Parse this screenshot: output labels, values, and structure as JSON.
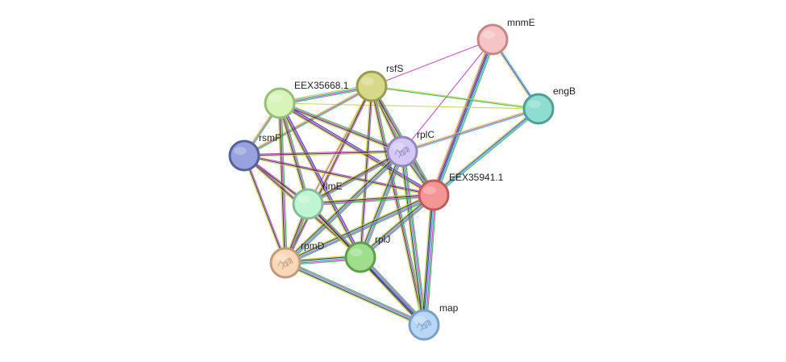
{
  "diagram": {
    "type": "protein-interaction-network",
    "nodes": [
      {
        "id": "mnmE",
        "label": "mnmE",
        "fill": "#f5c4c4",
        "stroke": "#c78787",
        "icon": "none"
      },
      {
        "id": "engB",
        "label": "engB",
        "fill": "#8dddd0",
        "stroke": "#4f9f94",
        "icon": "none"
      },
      {
        "id": "rsfS",
        "label": "rsfS",
        "fill": "#d8d88a",
        "stroke": "#9b9b4e",
        "icon": "none"
      },
      {
        "id": "EEX35668.1",
        "label": "EEX35668.1",
        "fill": "#d7f5b8",
        "stroke": "#98bd78",
        "icon": "none"
      },
      {
        "id": "rsmF",
        "label": "rsmF",
        "fill": "#97a2de",
        "stroke": "#56629e",
        "icon": "none"
      },
      {
        "id": "rplC",
        "label": "rplC",
        "fill": "#d4c8f5",
        "stroke": "#9587bd",
        "icon": "protein-structure-icon"
      },
      {
        "id": "EEX35941.1",
        "label": "EEX35941.1",
        "fill": "#f59696",
        "stroke": "#c25a5a",
        "icon": "none"
      },
      {
        "id": "rlmE",
        "label": "rlmE",
        "fill": "#c0f5d4",
        "stroke": "#84bd98",
        "icon": "none"
      },
      {
        "id": "rplJ",
        "label": "rplJ",
        "fill": "#9ede8c",
        "stroke": "#5e9e4e",
        "icon": "none"
      },
      {
        "id": "rpmD",
        "label": "rpmD",
        "fill": "#f8d8b8",
        "stroke": "#c49b78",
        "icon": "protein-structure-icon"
      },
      {
        "id": "map",
        "label": "map",
        "fill": "#b8d6f5",
        "stroke": "#7aa0c8",
        "icon": "protein-structure-icon"
      }
    ],
    "evidence_colors": {
      "textmining": "#c8d43c",
      "coexpression": "#2e2e2e",
      "experimental": "#c33fc3",
      "database": "#41b9c9",
      "neighborhood": "#2bb24c",
      "fusion": "#3030d8",
      "cooccurrence": "#6b2c9b"
    },
    "edges": [
      {
        "source": "mnmE",
        "target": "engB",
        "evidence": [
          "database",
          "fusion",
          "textmining"
        ]
      },
      {
        "source": "mnmE",
        "target": "EEX35941.1",
        "evidence": [
          "neighborhood",
          "database",
          "fusion",
          "coexpression",
          "experimental",
          "textmining"
        ]
      },
      {
        "source": "mnmE",
        "target": "rsfS",
        "evidence": [
          "experimental"
        ]
      },
      {
        "source": "mnmE",
        "target": "rplC",
        "evidence": [
          "experimental"
        ]
      },
      {
        "source": "engB",
        "target": "rsfS",
        "evidence": [
          "neighborhood",
          "textmining"
        ]
      },
      {
        "source": "engB",
        "target": "EEX35941.1",
        "evidence": [
          "neighborhood",
          "database",
          "fusion",
          "textmining"
        ]
      },
      {
        "source": "engB",
        "target": "EEX35668.1",
        "evidence": [
          "textmining"
        ]
      },
      {
        "source": "engB",
        "target": "rplC",
        "evidence": [
          "database",
          "experimental",
          "textmining"
        ]
      },
      {
        "source": "rsfS",
        "target": "EEX35668.1",
        "evidence": [
          "neighborhood",
          "experimental",
          "database",
          "textmining"
        ]
      },
      {
        "source": "rsfS",
        "target": "rsmF",
        "evidence": [
          "neighborhood",
          "experimental",
          "textmining"
        ]
      },
      {
        "source": "rsfS",
        "target": "rplC",
        "evidence": [
          "neighborhood",
          "experimental",
          "coexpression",
          "textmining"
        ]
      },
      {
        "source": "rsfS",
        "target": "EEX35941.1",
        "evidence": [
          "neighborhood",
          "experimental",
          "coexpression",
          "textmining"
        ]
      },
      {
        "source": "rsfS",
        "target": "rlmE",
        "evidence": [
          "experimental",
          "textmining"
        ]
      },
      {
        "source": "rsfS",
        "target": "rplJ",
        "evidence": [
          "experimental",
          "coexpression",
          "textmining"
        ]
      },
      {
        "source": "rsfS",
        "target": "rpmD",
        "evidence": [
          "experimental",
          "coexpression",
          "textmining"
        ]
      },
      {
        "source": "rsfS",
        "target": "map",
        "evidence": [
          "neighborhood",
          "experimental",
          "coexpression",
          "textmining"
        ]
      },
      {
        "source": "EEX35668.1",
        "target": "rsmF",
        "evidence": [
          "neighborhood",
          "experimental",
          "textmining"
        ]
      },
      {
        "source": "EEX35668.1",
        "target": "rplC",
        "evidence": [
          "neighborhood",
          "experimental",
          "coexpression",
          "textmining"
        ]
      },
      {
        "source": "EEX35668.1",
        "target": "EEX35941.1",
        "evidence": [
          "fusion",
          "experimental",
          "coexpression",
          "textmining"
        ]
      },
      {
        "source": "EEX35668.1",
        "target": "rlmE",
        "evidence": [
          "neighborhood",
          "experimental",
          "coexpression",
          "textmining"
        ]
      },
      {
        "source": "EEX35668.1",
        "target": "rplJ",
        "evidence": [
          "fusion",
          "experimental",
          "coexpression",
          "textmining"
        ]
      },
      {
        "source": "EEX35668.1",
        "target": "rpmD",
        "evidence": [
          "neighborhood",
          "experimental",
          "coexpression",
          "textmining"
        ]
      },
      {
        "source": "rsmF",
        "target": "rplC",
        "evidence": [
          "experimental",
          "coexpression",
          "textmining"
        ]
      },
      {
        "source": "rsmF",
        "target": "EEX35941.1",
        "evidence": [
          "experimental",
          "coexpression",
          "textmining"
        ]
      },
      {
        "source": "rsmF",
        "target": "rlmE",
        "evidence": [
          "experimental",
          "coexpression",
          "textmining"
        ]
      },
      {
        "source": "rsmF",
        "target": "rplJ",
        "evidence": [
          "experimental",
          "coexpression",
          "textmining"
        ]
      },
      {
        "source": "rsmF",
        "target": "rpmD",
        "evidence": [
          "experimental",
          "coexpression",
          "textmining"
        ]
      },
      {
        "source": "rplC",
        "target": "EEX35941.1",
        "evidence": [
          "neighborhood",
          "experimental",
          "database",
          "coexpression",
          "textmining"
        ]
      },
      {
        "source": "rplC",
        "target": "rlmE",
        "evidence": [
          "neighborhood",
          "experimental",
          "coexpression",
          "textmining"
        ]
      },
      {
        "source": "rplC",
        "target": "rplJ",
        "evidence": [
          "neighborhood",
          "experimental",
          "database",
          "coexpression",
          "textmining"
        ]
      },
      {
        "source": "rplC",
        "target": "rpmD",
        "evidence": [
          "neighborhood",
          "experimental",
          "database",
          "coexpression",
          "textmining"
        ]
      },
      {
        "source": "rplC",
        "target": "map",
        "evidence": [
          "neighborhood",
          "experimental",
          "database",
          "coexpression",
          "textmining"
        ]
      },
      {
        "source": "EEX35941.1",
        "target": "rlmE",
        "evidence": [
          "neighborhood",
          "experimental",
          "coexpression",
          "textmining"
        ]
      },
      {
        "source": "EEX35941.1",
        "target": "rplJ",
        "evidence": [
          "neighborhood",
          "experimental",
          "database",
          "coexpression",
          "textmining"
        ]
      },
      {
        "source": "EEX35941.1",
        "target": "rpmD",
        "evidence": [
          "neighborhood",
          "experimental",
          "database",
          "coexpression",
          "textmining"
        ]
      },
      {
        "source": "EEX35941.1",
        "target": "map",
        "evidence": [
          "neighborhood",
          "experimental",
          "database",
          "fusion",
          "coexpression",
          "textmining"
        ]
      },
      {
        "source": "rlmE",
        "target": "rplJ",
        "evidence": [
          "neighborhood",
          "experimental",
          "coexpression",
          "textmining"
        ]
      },
      {
        "source": "rlmE",
        "target": "rpmD",
        "evidence": [
          "neighborhood",
          "experimental",
          "coexpression",
          "textmining"
        ]
      },
      {
        "source": "rlmE",
        "target": "map",
        "evidence": [
          "experimental",
          "coexpression",
          "textmining"
        ]
      },
      {
        "source": "rplJ",
        "target": "rpmD",
        "evidence": [
          "neighborhood",
          "experimental",
          "database",
          "coexpression",
          "textmining"
        ]
      },
      {
        "source": "rplJ",
        "target": "map",
        "evidence": [
          "neighborhood",
          "experimental",
          "database",
          "fusion",
          "coexpression",
          "textmining"
        ]
      },
      {
        "source": "rpmD",
        "target": "map",
        "evidence": [
          "neighborhood",
          "experimental",
          "database",
          "coexpression",
          "textmining"
        ]
      }
    ]
  }
}
